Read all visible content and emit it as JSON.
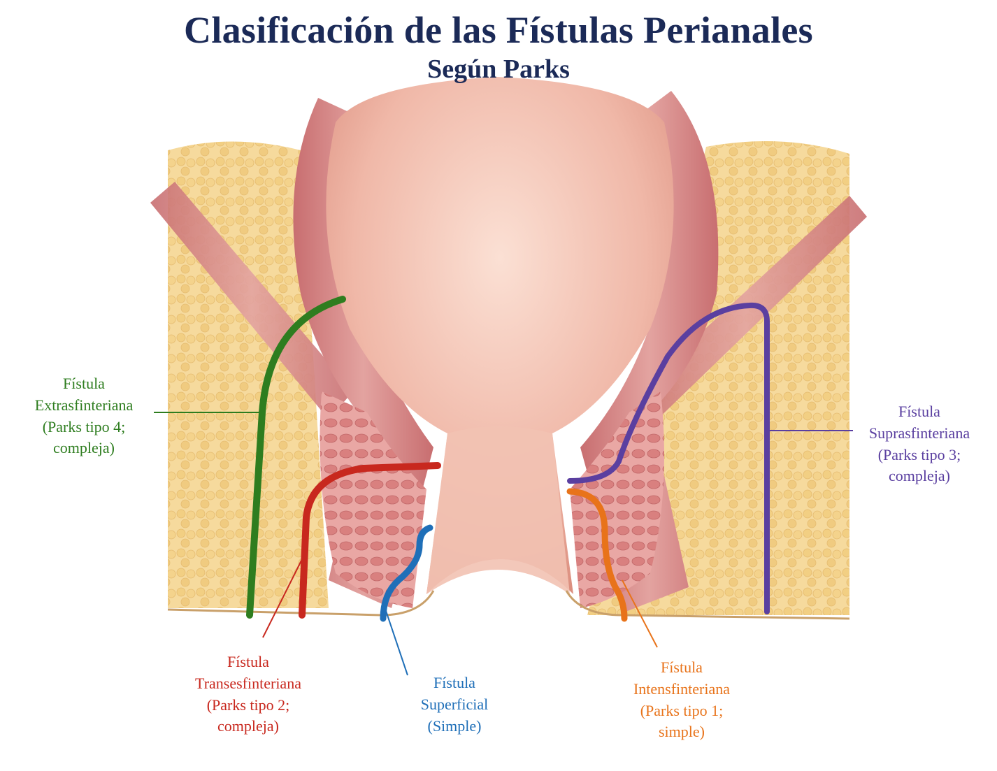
{
  "title": "Clasificación de las Fístulas Perianales",
  "subtitle": "Según Parks",
  "colors": {
    "title": "#1b2a57",
    "fat": "#f3d289",
    "muscle": "#d98f8f",
    "lumen": "#f0b8a8",
    "extrasfinteriana": "#2e7d1f",
    "transesfinteriana": "#c8281e",
    "superficial": "#1f6fb8",
    "intersfinteriana": "#e8731a",
    "suprasfinteriana": "#5a3fa0"
  },
  "labels": {
    "extra": {
      "line1": "Fístula",
      "line2": "Extrasfinteriana",
      "line3": "(Parks tipo 4;",
      "line4": "compleja)"
    },
    "trans": {
      "line1": "Fístula",
      "line2": "Transesfinteriana",
      "line3": "(Parks tipo 2;",
      "line4": "compleja)"
    },
    "superficial": {
      "line1": "Fístula",
      "line2": "Superficial",
      "line3": "(Simple)"
    },
    "inter": {
      "line1": "Fístula",
      "line2": "Intensfinteriana",
      "line3": "(Parks tipo 1;",
      "line4": "simple)"
    },
    "supra": {
      "line1": "Fístula",
      "line2": "Suprasfinteriana",
      "line3": "(Parks tipo 3;",
      "line4": "compleja)"
    }
  }
}
